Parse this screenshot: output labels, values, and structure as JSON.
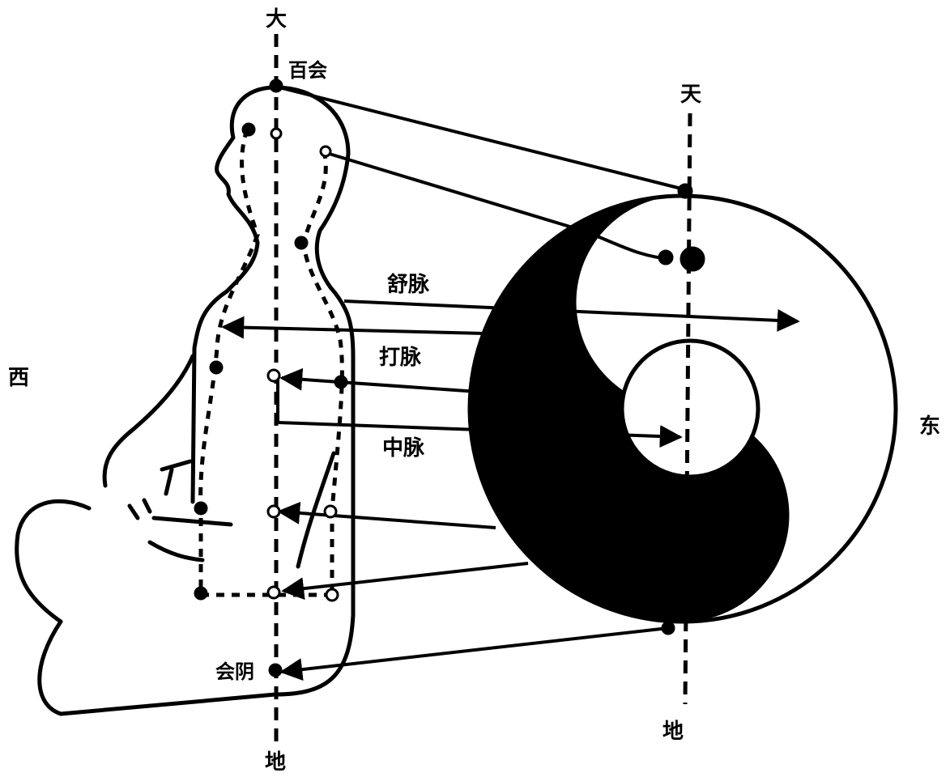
{
  "labels": {
    "sky_left": "大",
    "earth_left": "地",
    "baihui": "百会",
    "huiyin": "会阴",
    "sky_right": "天",
    "earth_right": "地",
    "west": "西",
    "east": "东",
    "left_channel": "舒脉",
    "right_channel": "打脉",
    "central_channel": "中脉"
  },
  "colors": {
    "ink": "#000000",
    "paper": "#ffffff"
  }
}
